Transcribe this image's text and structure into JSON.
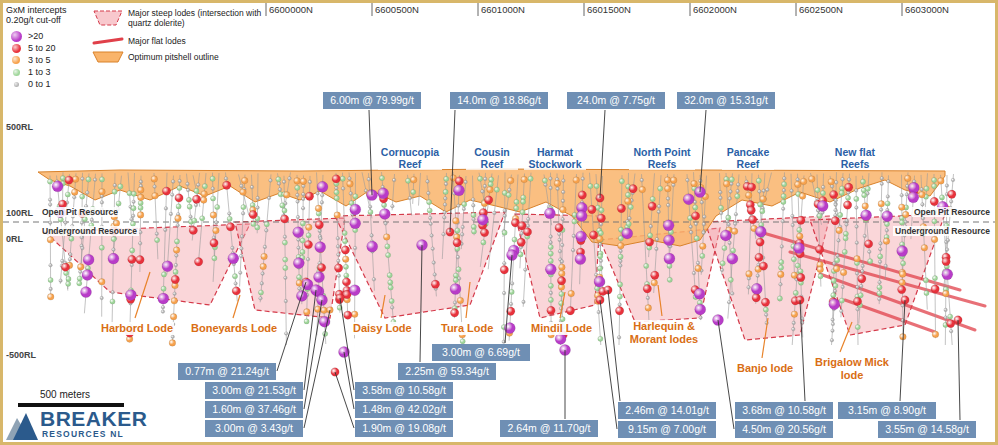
{
  "diagram": {
    "nodes": [
      {
        "text": [
          "6.00m @ 79.99g/t"
        ]
      },
      {
        "text": [
          "14.0m @ 18.86g/t"
        ]
      },
      {
        "text": [
          "24.0m @ 7.75g/t"
        ]
      },
      {
        "text": [
          "32.0m @ 15.31g/t"
        ]
      },
      {
        "text": [
          "3.00m @ 6.69g/t"
        ]
      },
      {
        "text": [
          "0.77m @ 21.24g/t"
        ]
      },
      {
        "text": [
          "2.25m @ 59.34g/t"
        ]
      },
      {
        "text": [
          "3.00m @ 21.53g/t"
        ]
      },
      {
        "text": [
          "3.58m @ 10.58g/t"
        ]
      },
      {
        "text": [
          "1.60m @ 37.46g/t"
        ]
      },
      {
        "text": [
          "1.48m @ 42.02g/t"
        ]
      },
      {
        "text": [
          "2.46m @ 14.01g/t"
        ]
      },
      {
        "text": [
          "3.68m @ 10.58g/t"
        ]
      },
      {
        "text": [
          "3.15m @ 8.90g/t"
        ]
      },
      {
        "text": [
          "3.00m @ 3.43g/t"
        ]
      },
      {
        "text": [
          "1.90m @ 19.08g/t"
        ]
      },
      {
        "text": [
          "2.64m @ 11.70g/t"
        ]
      },
      {
        "text": [
          "9.15m @ 7.00g/t"
        ]
      },
      {
        "text": [
          "4.50m @ 20.56g/t"
        ]
      },
      {
        "text": [
          "3.55m @ 14.58g/t"
        ]
      }
    ],
    "labels": [
      "6600000N",
      "6600500N",
      "6601000N",
      "6601500N",
      "6602000N",
      "6602500N",
      "6603000N",
      "GxM intercepts 0.20g/t cut-off",
      "500RL",
      "100RL",
      "0RL",
      "-500RL",
      "Open Pit Resource",
      "Underground Resource",
      "Open Pit Resource",
      "Underground Resource",
      "Cornucopia Reef",
      "Cousin Reef",
      "Harmat Stockwork",
      "North Point Reefs",
      "Pancake Reef",
      "New flat Reefs",
      "Harbord Lode",
      "Boneyards Lode",
      "Daisy Lode",
      "Tura Lode",
      "Mindil Lode",
      "Harlequin & Morant lodes",
      "Banjo lode",
      "Brigalow Mick lode",
      "500 meters",
      "BREAKER",
      "RESOURCES NL"
    ],
    "legend": [
      {
        "text": ">20",
        "color": "#b83cc8"
      },
      {
        "text": "5 to 20",
        "color": "#e8323c"
      },
      {
        "text": "3 to 5",
        "color": "#f7a24d"
      },
      {
        "text": "1 to 3",
        "color": "#9fd69a"
      },
      {
        "text": "0 to 1",
        "color": "#b5b5b5"
      },
      {
        "text": "Major steep lodes (intersection with quartz dolerite)"
      },
      {
        "text": "Major flat lodes"
      },
      {
        "text": "Optimum pitshell outline"
      }
    ]
  }
}
